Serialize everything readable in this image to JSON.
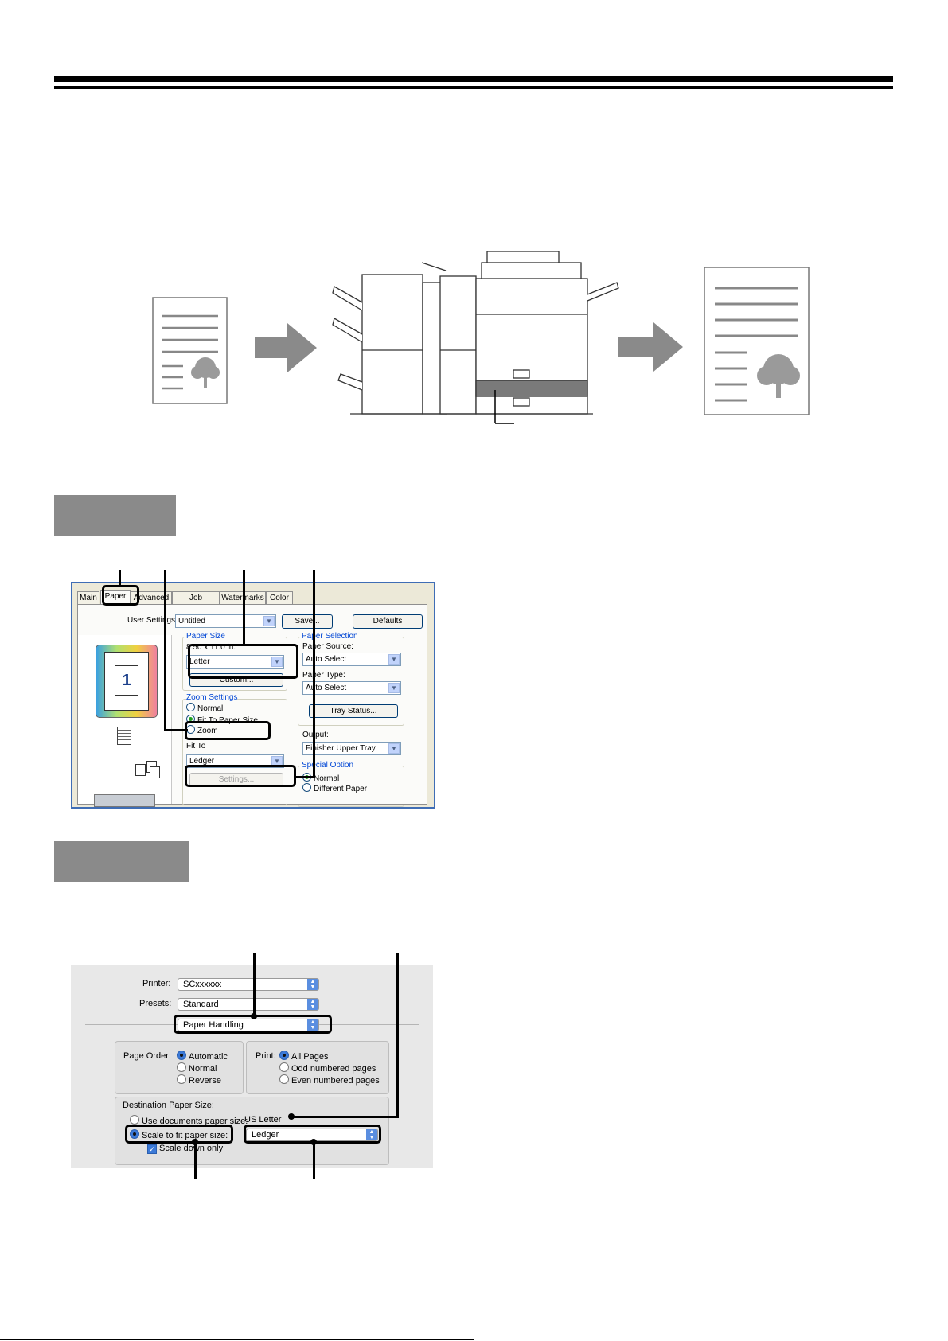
{
  "windows_dialog": {
    "tabs": [
      "Main",
      "Paper",
      "Advanced",
      "Job Handling",
      "Watermarks",
      "Color"
    ],
    "user_settings_label": "User Settings:",
    "user_settings_value": "Untitled",
    "save_button": "Save...",
    "defaults_button": "Defaults",
    "paper_size_group": "Paper Size",
    "paper_size_dims": "8.50 x 11.0 in.",
    "paper_size_value": "Letter",
    "custom_button": "Custom...",
    "zoom_group": "Zoom Settings",
    "zoom_normal": "Normal",
    "zoom_fit": "Fit To Paper Size",
    "zoom_zoom": "Zoom",
    "fit_to_label": "Fit To",
    "fit_to_value": "Ledger",
    "settings_button": "Settings...",
    "paper_selection_group": "Paper Selection",
    "paper_source_label": "Paper Source:",
    "paper_source_value": "Auto Select",
    "paper_type_label": "Paper Type:",
    "paper_type_value": "Auto Select",
    "tray_status_button": "Tray Status...",
    "output_label": "Output:",
    "output_value": "Finisher Upper Tray",
    "special_option_group": "Special Option",
    "special_normal": "Normal",
    "special_different": "Different Paper",
    "preview_page_number": "1"
  },
  "mac_dialog": {
    "printer_label": "Printer:",
    "printer_value": "SCxxxxxx",
    "presets_label": "Presets:",
    "presets_value": "Standard",
    "panel_value": "Paper Handling",
    "page_order_label": "Page Order:",
    "page_order_options": [
      "Automatic",
      "Normal",
      "Reverse"
    ],
    "print_label": "Print:",
    "print_options": [
      "All Pages",
      "Odd numbered pages",
      "Even numbered pages"
    ],
    "dest_label": "Destination Paper Size:",
    "use_doc_size": "Use documents paper size:",
    "use_doc_value": "US Letter",
    "scale_to_fit": "Scale to fit paper size:",
    "scale_value": "Ledger",
    "scale_down_only": "Scale down only"
  }
}
